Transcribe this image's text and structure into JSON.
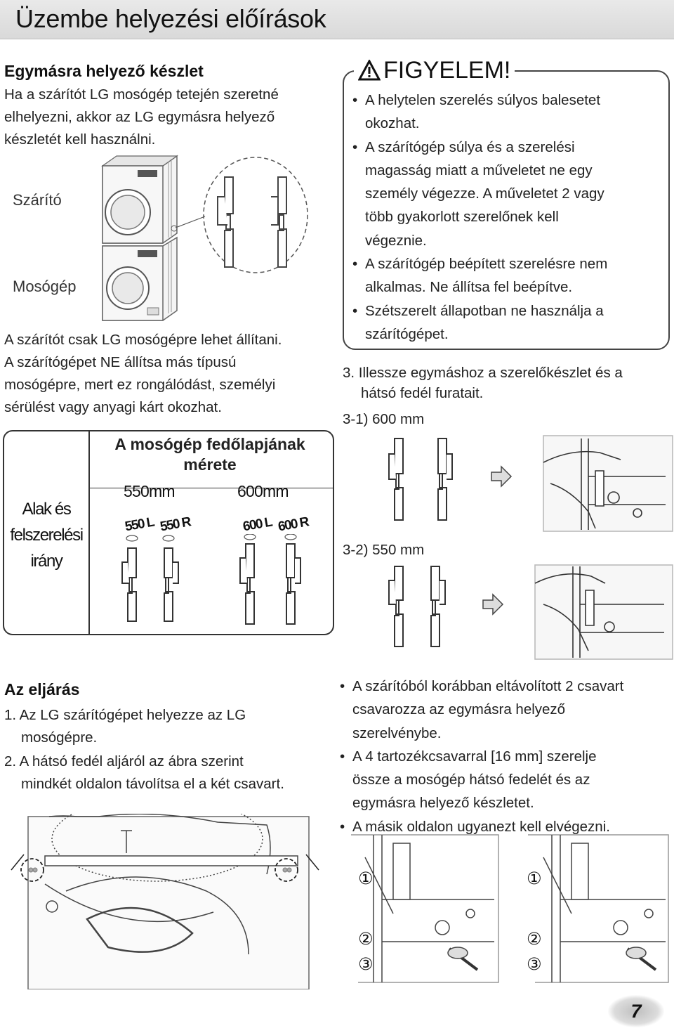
{
  "header": {
    "title": "Üzembe helyezési előírások"
  },
  "stacking": {
    "heading": "Egymásra helyező készlet",
    "intro": [
      "Ha a szárítót LG mosógép tetején szeretné",
      "elhelyezni, akkor az LG egymásra helyező",
      "készletét kell használni."
    ],
    "label_dryer": "Szárító",
    "label_washer": "Mosógép",
    "warning_lines": [
      "A szárítót csak LG mosógépre lehet állítani.",
      "A szárítógépet NE állítsa más típusú",
      "mosógépre, mert ez rongálódást, személyi",
      "sérülést vagy anyagi kárt okozhat."
    ]
  },
  "table": {
    "row_label": [
      "Alak és",
      "felszerelési",
      "irány"
    ],
    "col_header": [
      "A mosógép fedőlapjának",
      "mérete"
    ],
    "col_550": "550mm",
    "col_600": "600mm",
    "tags": [
      "550 L",
      "550 R",
      "600 L",
      "600 R"
    ]
  },
  "caution": {
    "title": "FIGYELEM!",
    "items": [
      [
        "A helytelen szerelés súlyos balesetet",
        "okozhat."
      ],
      [
        "A szárítógép súlya és a szerelési",
        "magasság miatt a műveletet ne egy",
        "személy végezze. A műveletet 2 vagy",
        "több gyakorlott szerelőnek kell",
        "végeznie."
      ],
      [
        "A szárítógép beépített szerelésre nem",
        "alkalmas. Ne állítsa fel beépítve."
      ],
      [
        "Szétszerelt állapotban ne használja a",
        "szárítógépet."
      ]
    ]
  },
  "step3": {
    "text": [
      "3. Illessze egymáshoz a szerelőkészlet és a",
      "hátsó fedél furatait."
    ],
    "sub1": "3-1) 600 mm",
    "sub2": "3-2) 550 mm"
  },
  "procedure": {
    "heading": "Az eljárás",
    "step1": [
      "1. Az LG szárítógépet helyezze az LG",
      "mosógépre."
    ],
    "step2": [
      "2. A hátsó fedél aljáról az ábra szerint",
      "mindkét oldalon távolítsa el a két csavart."
    ]
  },
  "right_bullets": [
    [
      "A szárítóból korábban eltávolított 2 csavart",
      "csavarozza az egymásra helyező",
      "szerelvénybe."
    ],
    [
      "A 4 tartozékcsavarral [16 mm] szerelje",
      "össze a mosógép hátsó fedelét és az",
      "egymásra helyező készletet."
    ],
    [
      "A másik oldalon ugyanezt kell elvégezni."
    ]
  ],
  "callouts": [
    "①",
    "②",
    "③"
  ],
  "page_number": "7"
}
